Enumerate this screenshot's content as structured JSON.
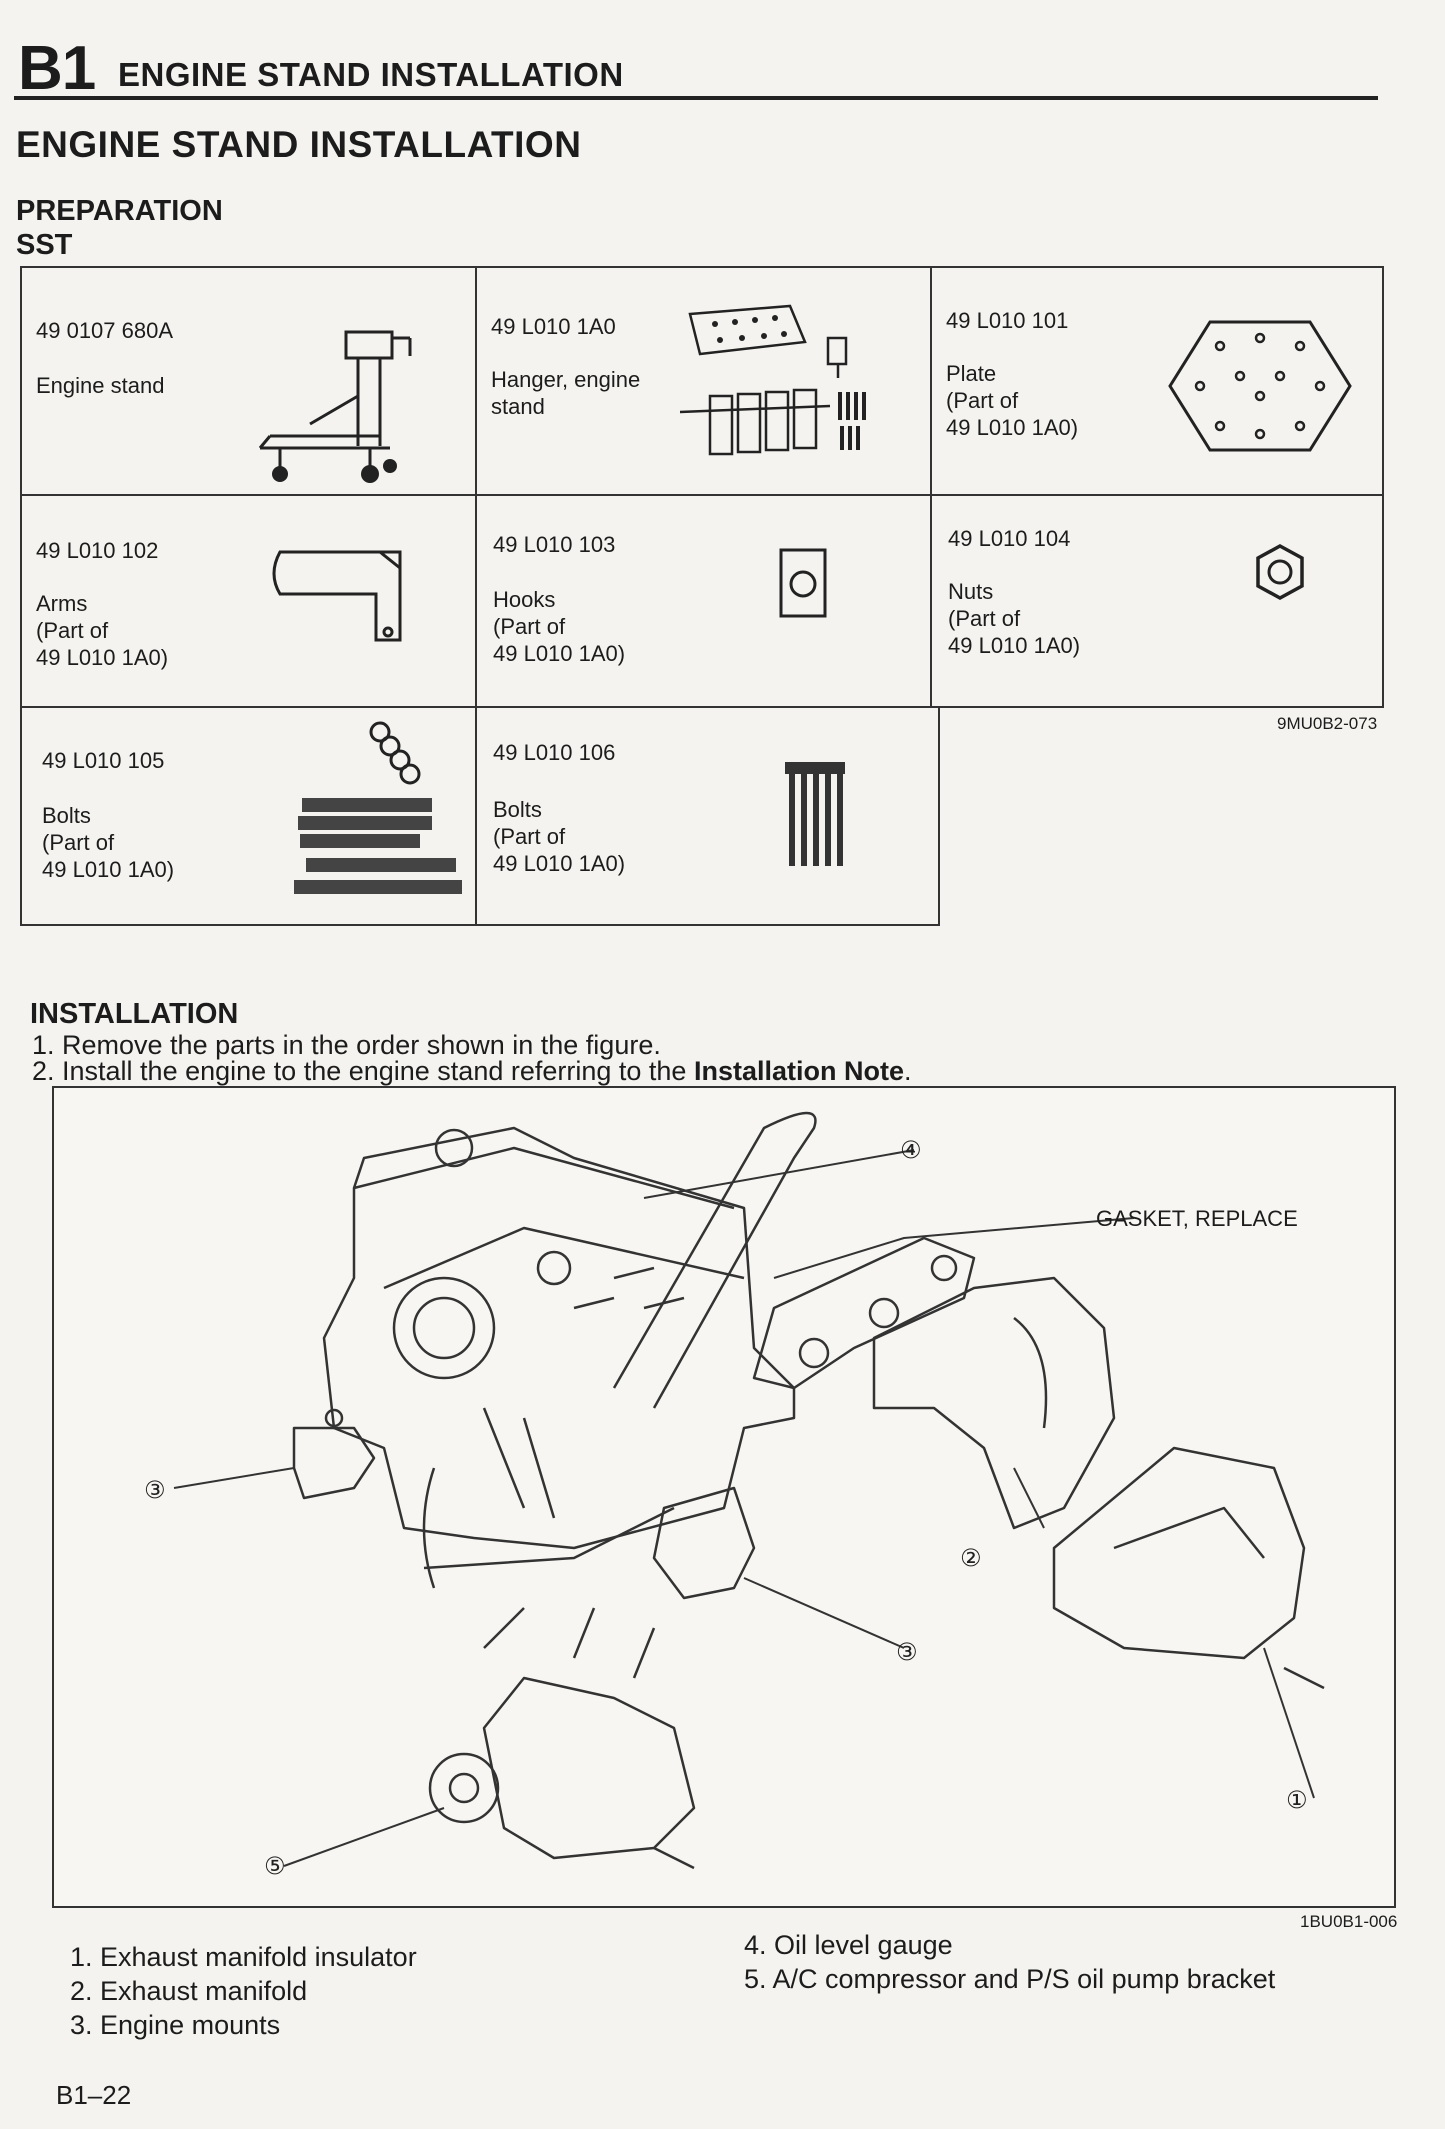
{
  "header": {
    "code": "B1",
    "title": "ENGINE STAND INSTALLATION"
  },
  "section_title": "ENGINE STAND INSTALLATION",
  "preparation": {
    "label": "PREPARATION",
    "sst_label": "SST"
  },
  "sst_tools": [
    {
      "number": "49 0107 680A",
      "description": "Engine stand",
      "icon": "engine-stand-icon"
    },
    {
      "number": "49 L010 1A0",
      "description": "Hanger, engine\nstand",
      "icon": "hanger-set-icon"
    },
    {
      "number": "49 L010 101",
      "description": "Plate\n(Part of\n49 L010 1A0)",
      "icon": "plate-icon"
    },
    {
      "number": "49 L010 102",
      "description": "Arms\n(Part of\n49 L010 1A0)",
      "icon": "arm-icon"
    },
    {
      "number": "49 L010 103",
      "description": "Hooks\n(Part of\n49 L010 1A0)",
      "icon": "hook-icon"
    },
    {
      "number": "49 L010 104",
      "description": "Nuts\n(Part of\n49 L010 1A0)",
      "icon": "nut-icon"
    },
    {
      "number": "49 L010 105",
      "description": "Bolts\n(Part of\n49 L010 1A0)",
      "icon": "long-bolts-icon"
    },
    {
      "number": "49 L010 106",
      "description": "Bolts\n(Part of\n49 L010 1A0)",
      "icon": "short-bolts-icon"
    }
  ],
  "sst_figure_code": "9MU0B2-073",
  "installation": {
    "title": "INSTALLATION",
    "step1": "1. Remove the parts in the order shown in the figure.",
    "step2_prefix": "2. Install the engine to the engine stand referring to the ",
    "step2_bold": "Installation Note",
    "step2_suffix": "."
  },
  "figure": {
    "gasket_label": "GASKET, REPLACE",
    "code": "1BU0B1-006",
    "callouts": [
      "①",
      "②",
      "③",
      "③",
      "④",
      "⑤"
    ]
  },
  "legend_left": [
    "1. Exhaust manifold insulator",
    "2. Exhaust manifold",
    "3. Engine mounts"
  ],
  "legend_right": [
    "4. Oil level gauge",
    "5. A/C compressor and P/S oil pump bracket"
  ],
  "footer": {
    "page": "B1–22"
  }
}
